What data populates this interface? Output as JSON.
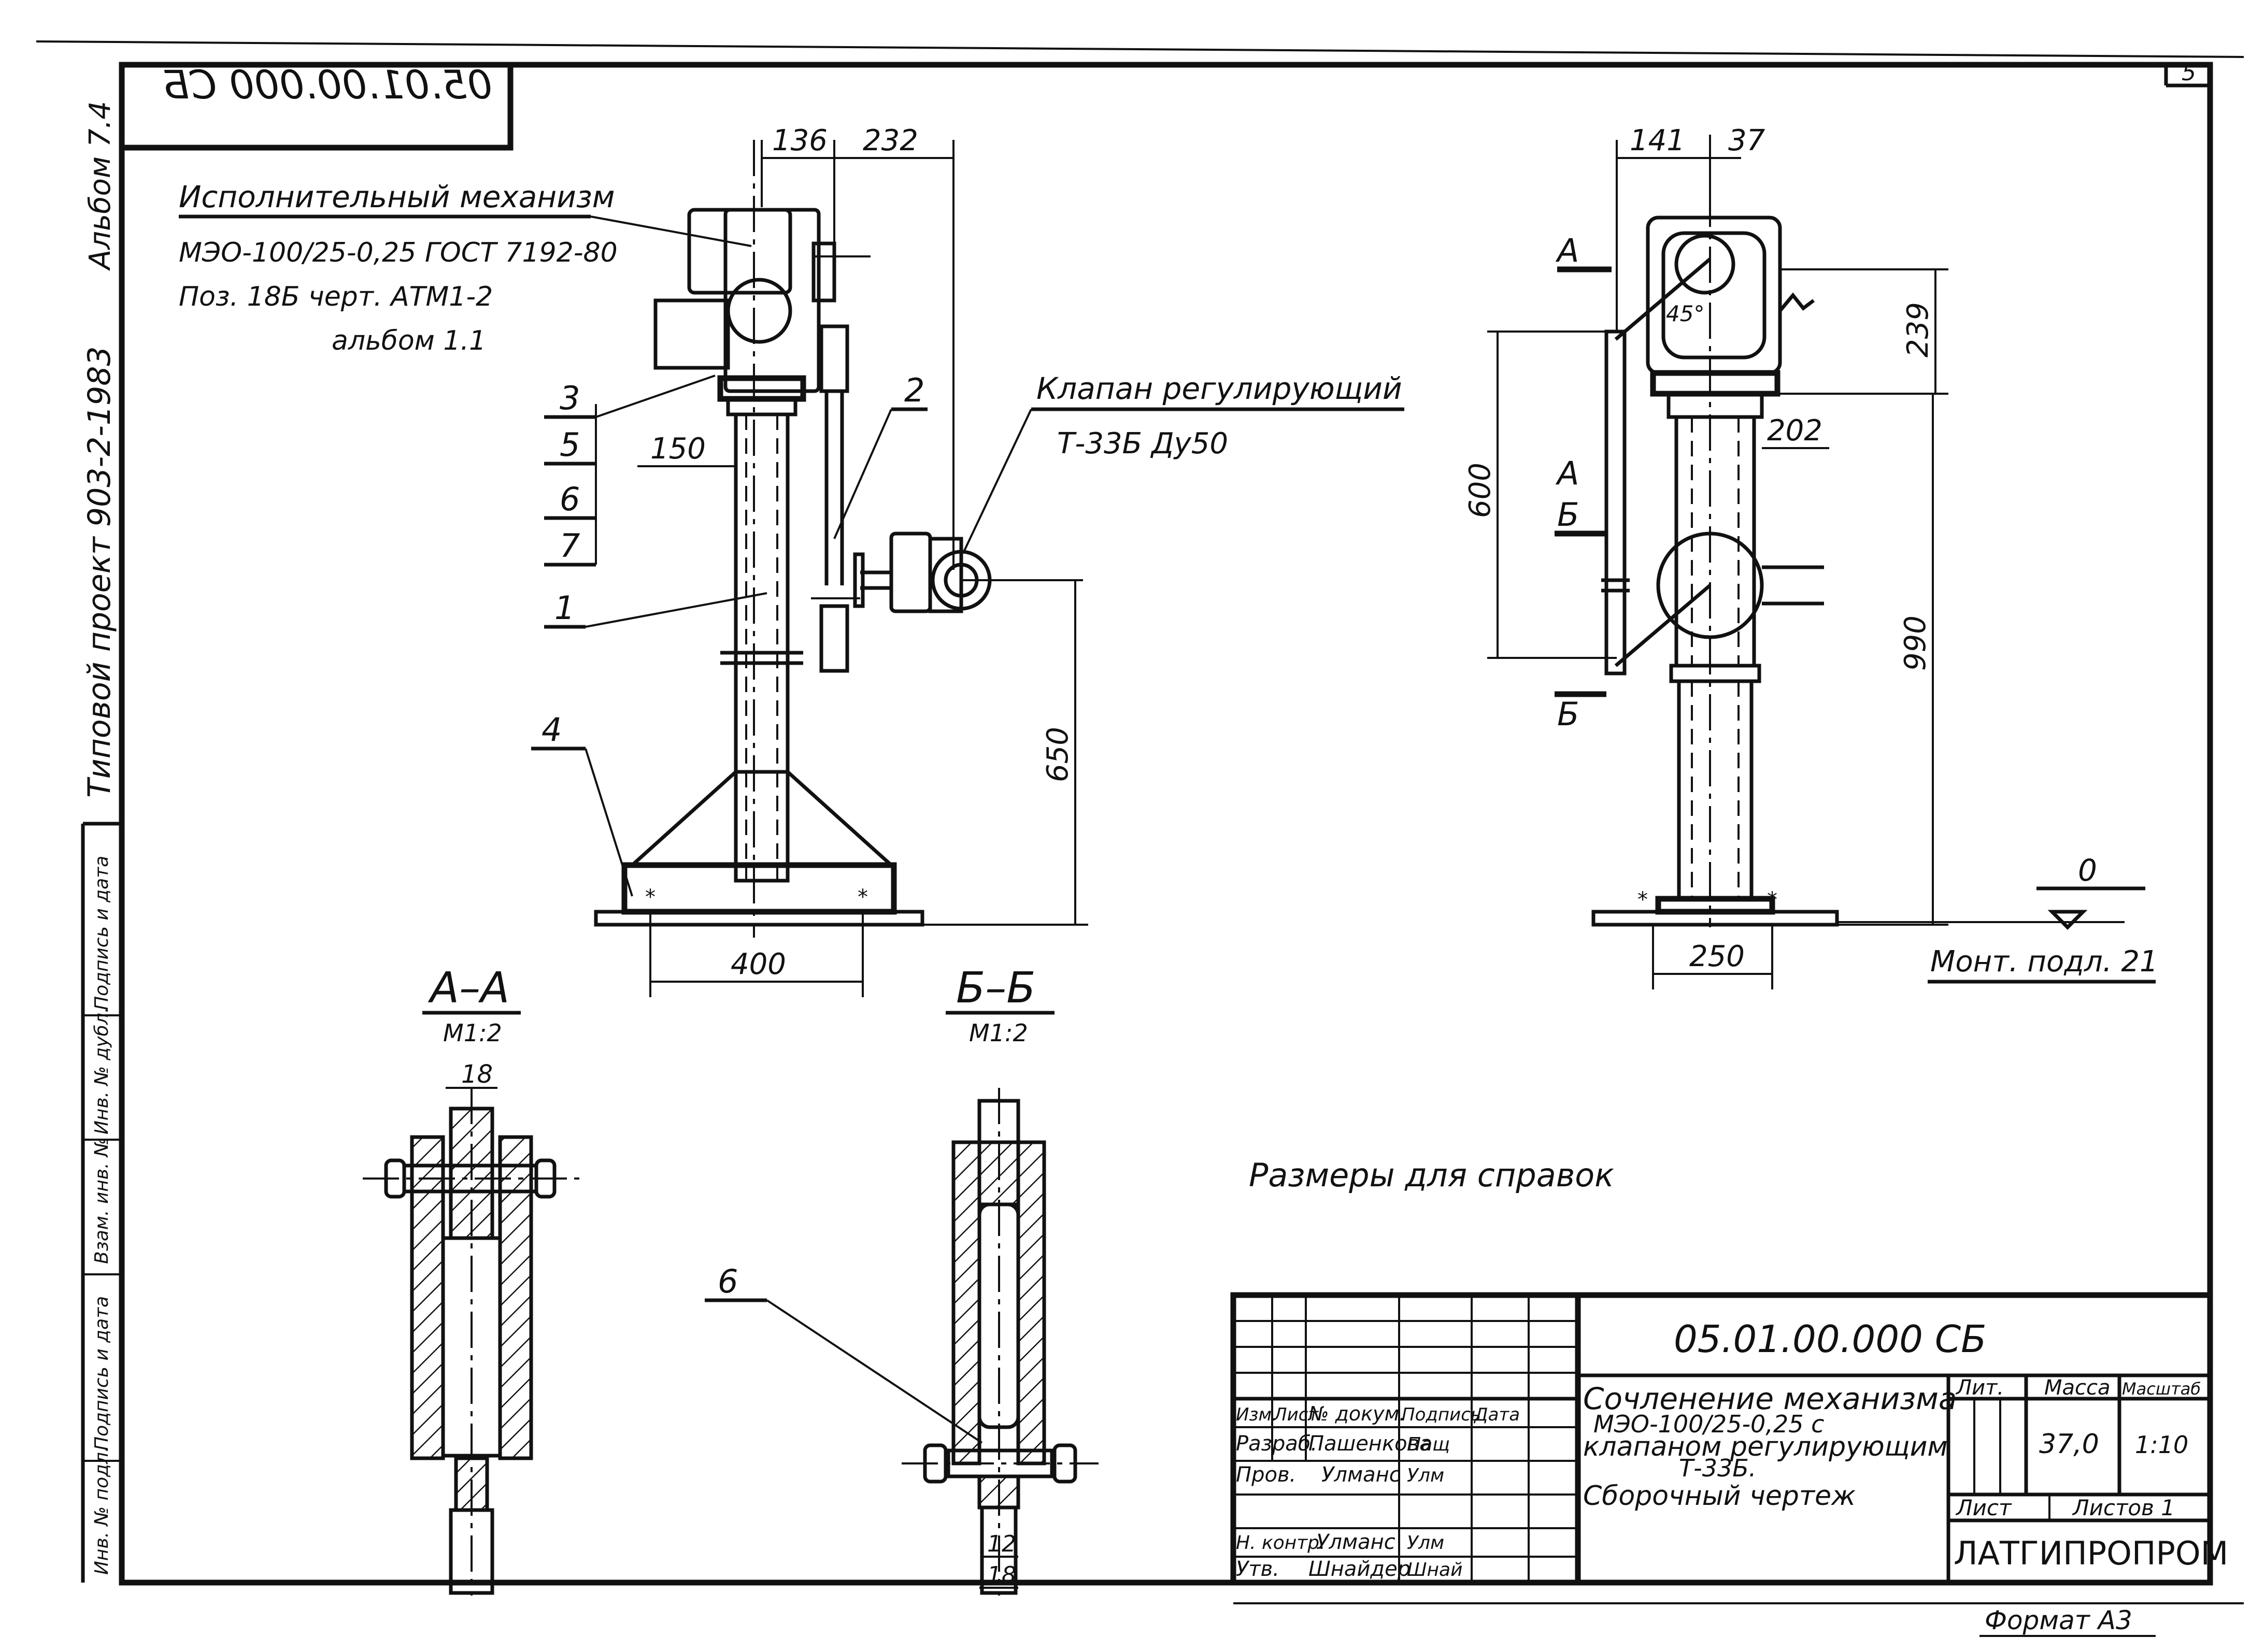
{
  "drawing_number_mirrored": "05.01.00.000 СБ",
  "sheet_corner": "5",
  "margin": {
    "album": "Альбом 7.4",
    "project": "Типовой проект 903-2-1983",
    "stamp_cols": [
      "Инв. № подл.",
      "Подпись и дата",
      "Взам. инв. №",
      "Инв. № дубл.",
      "Подпись и дата"
    ]
  },
  "mechanism_note": {
    "line1": "Исполнительный механизм",
    "line2": "МЭО-100/25-0,25 ГОСТ 7192-80",
    "line3": "Поз. 18Б черт. АТМ1-2",
    "line4": "альбом 1.1"
  },
  "valve_note": {
    "line1": "Клапан регулирующий",
    "line2": "Т-33Б  Ду50"
  },
  "positions": [
    "3",
    "5",
    "6",
    "7",
    "1",
    "2",
    "4",
    "6"
  ],
  "dims_front": [
    "136",
    "232",
    "150",
    "650",
    "400"
  ],
  "dims_side": [
    "141",
    "37",
    "45°",
    "239",
    "600",
    "202",
    "990",
    "250"
  ],
  "section_marks": [
    "А",
    "А",
    "Б",
    "Б"
  ],
  "level": {
    "mark": "0",
    "note": "Монт. подл. 21"
  },
  "section_aa": {
    "title": "А–А",
    "scale": "М1:2",
    "dim": "18"
  },
  "section_bb": {
    "title": "Б–Б",
    "scale": "М1:2",
    "dim1": "12",
    "dim2": "18"
  },
  "reference_note": "Размеры для справок",
  "title_block": {
    "designation": "05.01.00.000 СБ",
    "name_l1": "Сочленение механизма",
    "name_l2": "МЭО-100/25-0,25   с",
    "name_l3": "клапаном регулирующим",
    "name_l4": "Т-33Б.",
    "name_l5": "Сборочный  чертеж",
    "hdr_izm": "Изм.",
    "hdr_list": "Лист",
    "hdr_doc": "№ докум.",
    "hdr_sign": "Подпись",
    "hdr_date": "Дата",
    "role_dev": "Разраб.",
    "name_dev": "Пашенкова",
    "sign_dev": "Пащ",
    "role_chk": "Пров.",
    "name_chk": "Улманс",
    "sign_chk": "Улм",
    "role_nk": "Н. контр.",
    "name_nk": "Улманс",
    "sign_nk": "Улм",
    "role_appr": "Утв.",
    "name_appr": "Шнайдер",
    "sign_appr": "Шнай",
    "lit_hdr": "Лит.",
    "mass_hdr": "Масса",
    "scale_hdr": "Масштаб",
    "mass": "37,0",
    "scale": "1:10",
    "sheet": "Лист",
    "sheets": "Листов 1",
    "org": "ЛАТГИПРОПРОМ",
    "format": "Формат А3"
  }
}
